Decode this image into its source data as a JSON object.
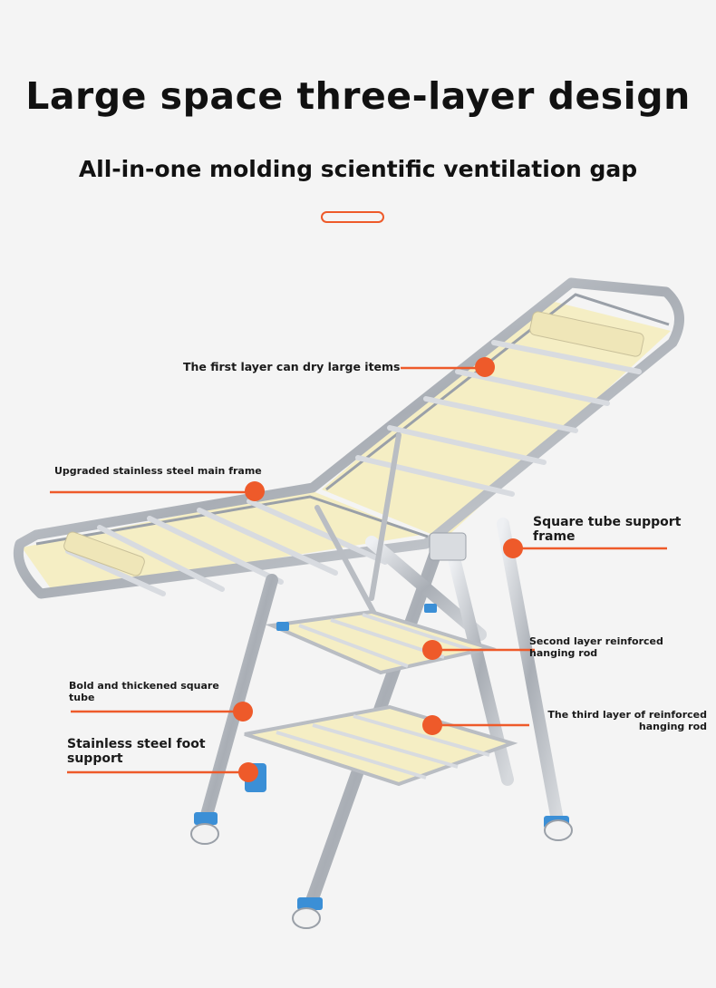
{
  "title": "Large space three-layer design",
  "subtitle": "All-in-one molding scientific ventilation gap",
  "callouts": {
    "first_layer": "The first layer can dry large items",
    "main_frame": "Upgraded stainless steel main frame",
    "square_tube": "Square tube support frame",
    "second_layer": "Second layer reinforced hanging rod",
    "bold_tube": "Bold and thickened square tube",
    "third_layer": "The third layer of reinforced hanging rod",
    "foot_support": "Stainless steel foot support"
  },
  "colors": {
    "accent": "#ee5a2a",
    "steel": "#b9bdc3",
    "shelf": "#f5eec4",
    "joint": "#3b8fd6"
  }
}
